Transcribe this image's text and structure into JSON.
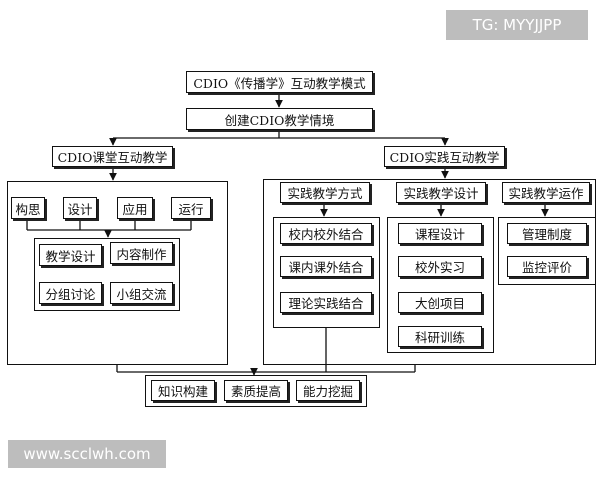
{
  "watermarks": {
    "top": "TG: MYYJJPP",
    "bottom": "www.scclwh.com"
  },
  "diagram": {
    "title": "CDIO《传播学》互动教学模式",
    "context": "创建CDIO教学情境",
    "classroom": {
      "label": "CDIO课堂互动教学",
      "stages": [
        "构思",
        "设计",
        "应用",
        "运行"
      ],
      "activities": [
        "教学设计",
        "内容制作",
        "分组讨论",
        "小组交流"
      ]
    },
    "practice": {
      "label": "CDIO实践互动教学",
      "methods": {
        "label": "实践教学方式",
        "items": [
          "校内校外结合",
          "课内课外结合",
          "理论实践结合"
        ]
      },
      "design": {
        "label": "实践教学设计",
        "items": [
          "课程设计",
          "校外实习",
          "大创项目",
          "科研训练"
        ]
      },
      "operation": {
        "label": "实践教学运作",
        "items": [
          "管理制度",
          "监控评价"
        ]
      }
    },
    "outcomes": [
      "知识构建",
      "素质提高",
      "能力挖掘"
    ]
  }
}
